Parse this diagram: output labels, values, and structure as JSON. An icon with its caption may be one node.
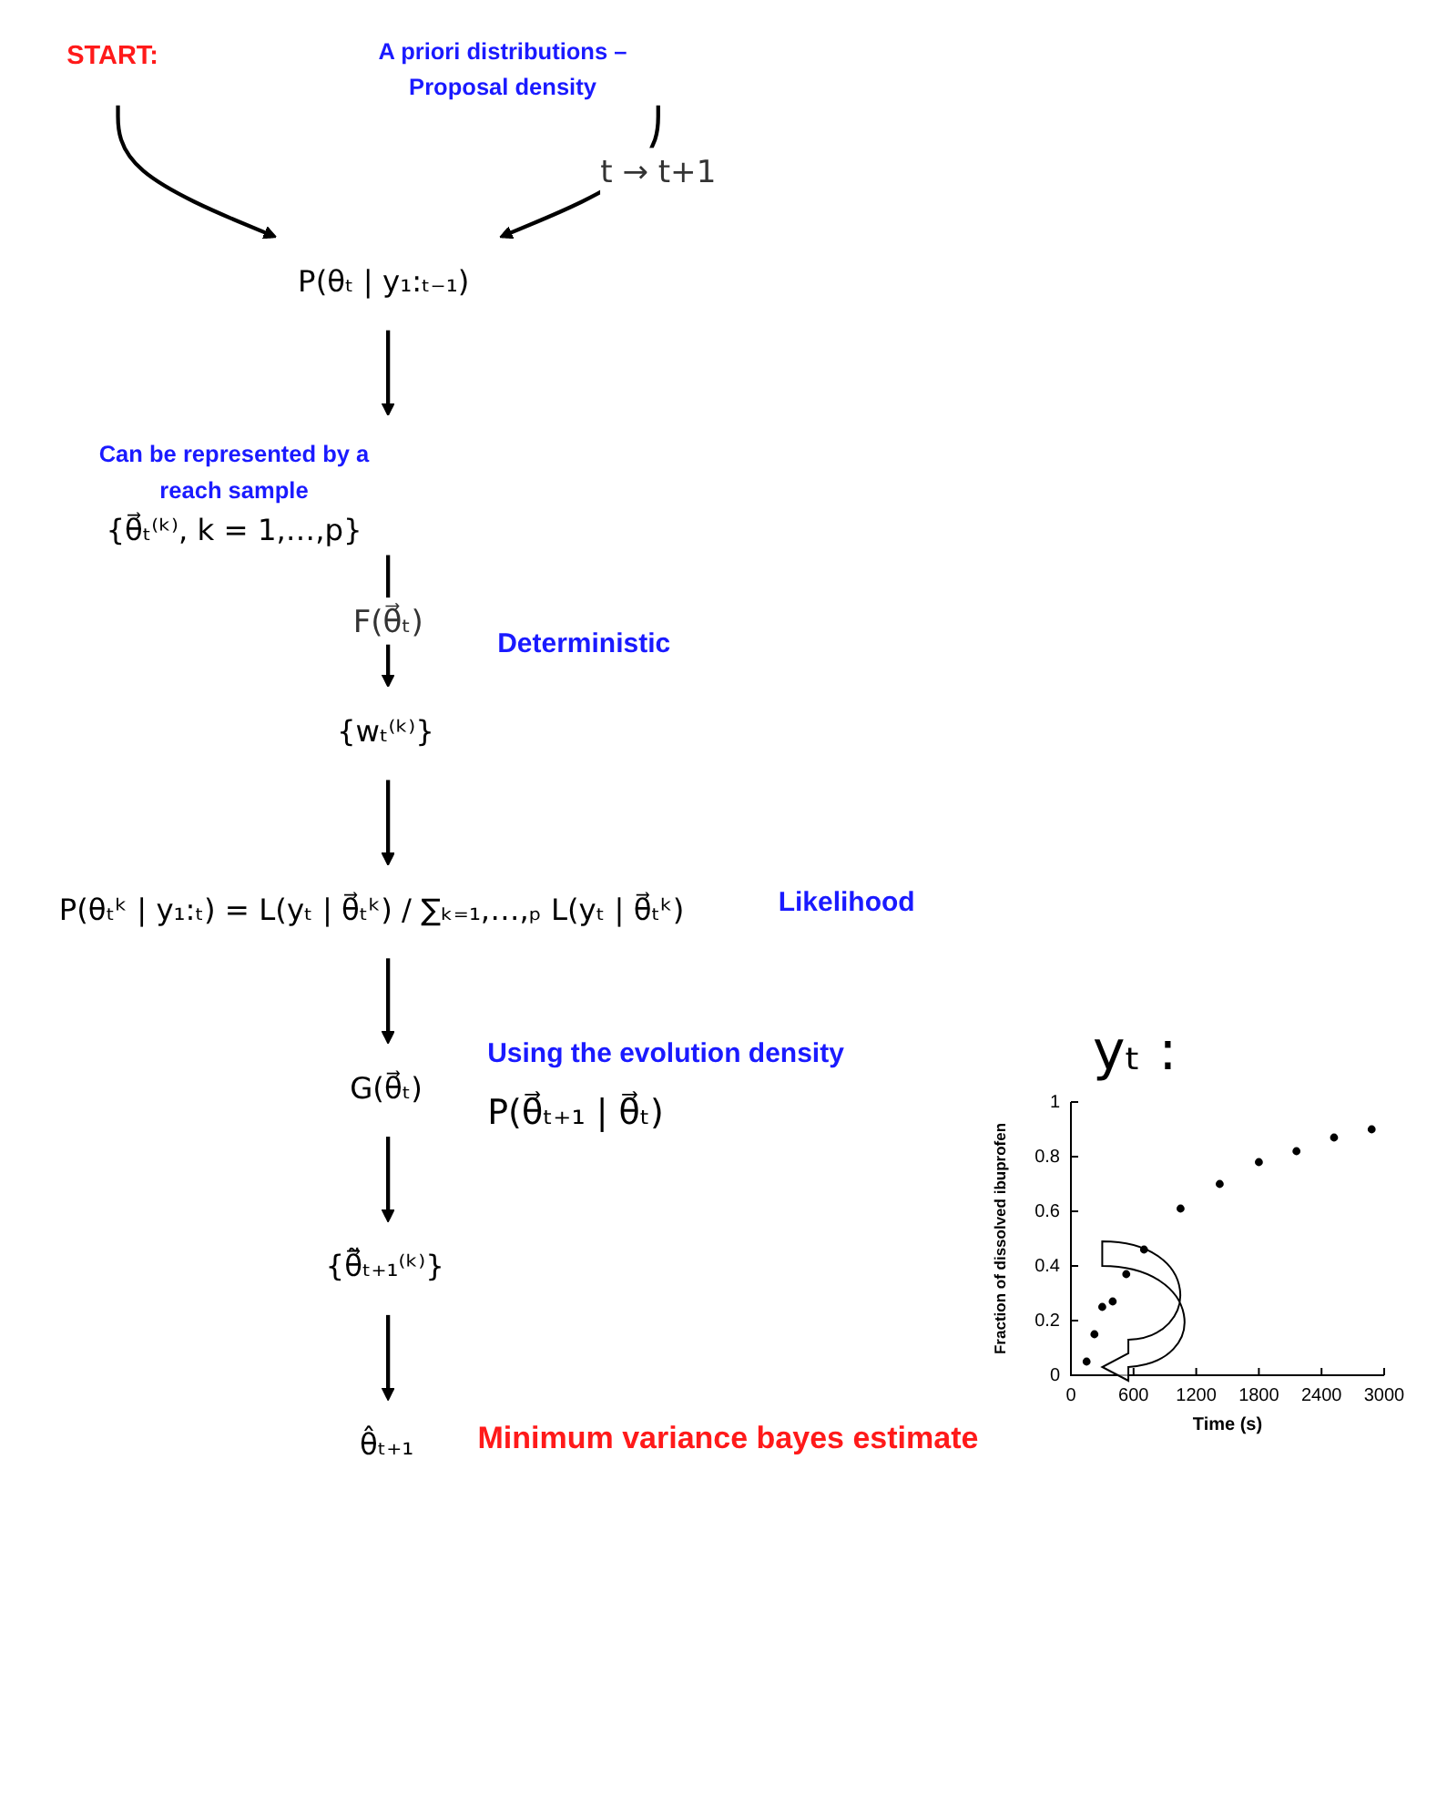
{
  "diagram": {
    "nodes": [
      {
        "text": [
          "START:"
        ]
      },
      {
        "text": [
          "P(θₜ | y₁:ₜ₋₁)"
        ]
      },
      {
        "text": [
          "Can be represented by a reach sample",
          "{θ⃗ₜ⁽ᵏ⁾, k = 1,…,p}"
        ]
      },
      {
        "text": [
          "{wₜ⁽ᵏ⁾}"
        ]
      },
      {
        "text": [
          "P(θₜᵏ | y₁:ₜ) = L(yₜ | θ⃗ₜᵏ) / ∑ₖ₌₁,…,ₚ L(yₜ | θ⃗ₜᵏ)"
        ],
        "beside": [
          "Likelihood"
        ]
      },
      {
        "text": [
          "G(θ⃗ₜ)"
        ],
        "beside": [
          "Using the evolution density",
          "P(θ⃗ₜ₊₁ | θ⃗ₜ)"
        ]
      },
      {
        "text": [
          "{θ̃⃗ₜ₊₁⁽ᵏ⁾}"
        ]
      },
      {
        "text": [
          "θ̂ₜ₊₁"
        ],
        "beside": [
          "Minimum variance bayes estimate"
        ]
      },
      {
        "text": [
          "A priori distributions – Proposal density"
        ]
      }
    ],
    "edges": [
      {
        "from": 0,
        "to": 1,
        "arrow": "to"
      },
      {
        "from": 1,
        "to": 2,
        "arrow": "to"
      },
      {
        "from": 2,
        "to": 3,
        "arrow": "to",
        "label": "F(θ⃗ₜ)"
      },
      {
        "from": 3,
        "to": 4,
        "arrow": "to"
      },
      {
        "from": 4,
        "to": 5,
        "arrow": "to"
      },
      {
        "from": 5,
        "to": 6,
        "arrow": "to"
      },
      {
        "from": 6,
        "to": 7,
        "arrow": "to"
      },
      {
        "from": 8,
        "to": 1,
        "arrow": "to",
        "label": "t → t+1"
      }
    ],
    "labels": [
      "Deterministic",
      "yₜ :"
    ],
    "chart_data": {
      "type": "scatter",
      "xlabel": "Time (s)",
      "ylabel": "Fraction of dissolved ibuprofen",
      "x": [
        150,
        225,
        300,
        400,
        530,
        700,
        1050,
        1425,
        1800,
        2160,
        2520,
        2880
      ],
      "series": [
        {
          "color": "#000000",
          "values": [
            0.05,
            0.15,
            0.25,
            0.27,
            0.37,
            0.46,
            0.61,
            0.7,
            0.78,
            0.82,
            0.87,
            0.9
          ]
        }
      ],
      "xlim": [
        0,
        3000
      ],
      "ylim": [
        0,
        1
      ],
      "xticks": [
        0,
        600,
        1200,
        1800,
        2400,
        3000
      ],
      "yticks": [
        0,
        0.2,
        0.4,
        0.6,
        0.8,
        1
      ]
    }
  }
}
